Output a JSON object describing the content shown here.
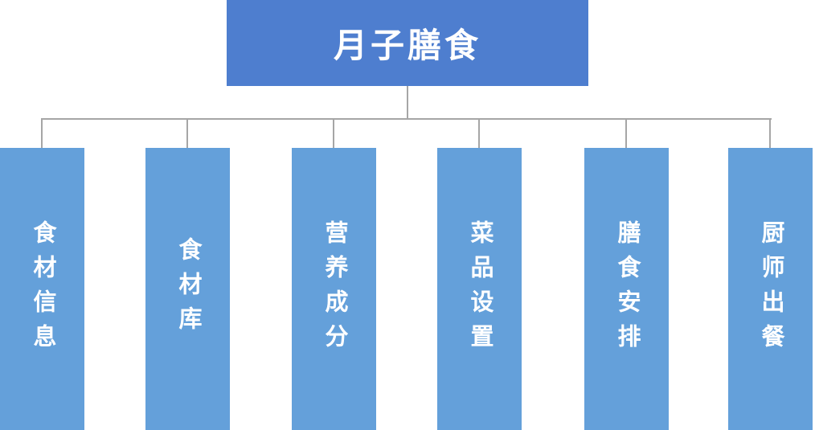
{
  "diagram": {
    "type": "org-chart",
    "root": {
      "label": "月子膳食"
    },
    "children": [
      {
        "label": "食材信息"
      },
      {
        "label": "食材库"
      },
      {
        "label": "营养成分"
      },
      {
        "label": "菜品设置"
      },
      {
        "label": "膳食安排"
      },
      {
        "label": "厨师出餐"
      }
    ]
  },
  "colors": {
    "root_node": "#4e7ecf",
    "child_node": "#64a0da",
    "connector": "#a6a6a6",
    "text": "#ffffff",
    "background": "#ffffff"
  }
}
